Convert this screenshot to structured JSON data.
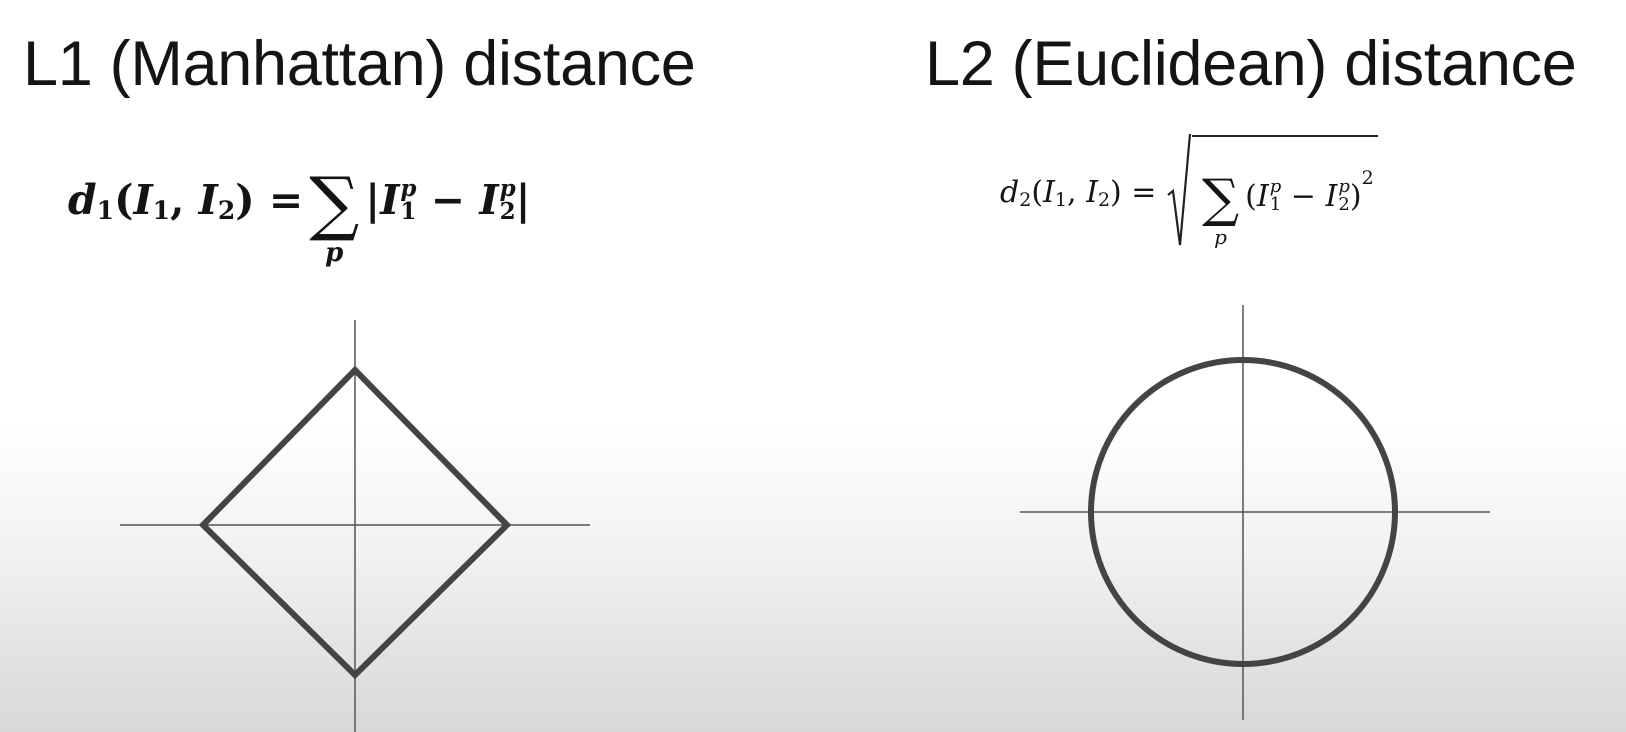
{
  "l1": {
    "title": "L1 (Manhattan) distance",
    "formula": {
      "d": "d",
      "d_sub": "1",
      "open": "(",
      "I": "I",
      "sub1": "1",
      "comma": ",",
      "sub2": "2",
      "close": ")",
      "eq": "=",
      "sum": "∑",
      "under": "p",
      "bar": "|",
      "sup": "p",
      "minus": "−"
    },
    "shape": "diamond"
  },
  "l2": {
    "title": "L2 (Euclidean) distance",
    "formula": {
      "d": "d",
      "d_sub": "2",
      "open": "(",
      "I": "I",
      "sub1": "1",
      "comma": ",",
      "sub2": "2",
      "close": ")",
      "eq": "=",
      "sum": "∑",
      "under": "p",
      "sup": "p",
      "minus": "−",
      "square": "2"
    },
    "shape": "circle"
  },
  "colors": {
    "shape_stroke": "#444444",
    "axis_stroke": "#555555",
    "text": "#141414"
  }
}
